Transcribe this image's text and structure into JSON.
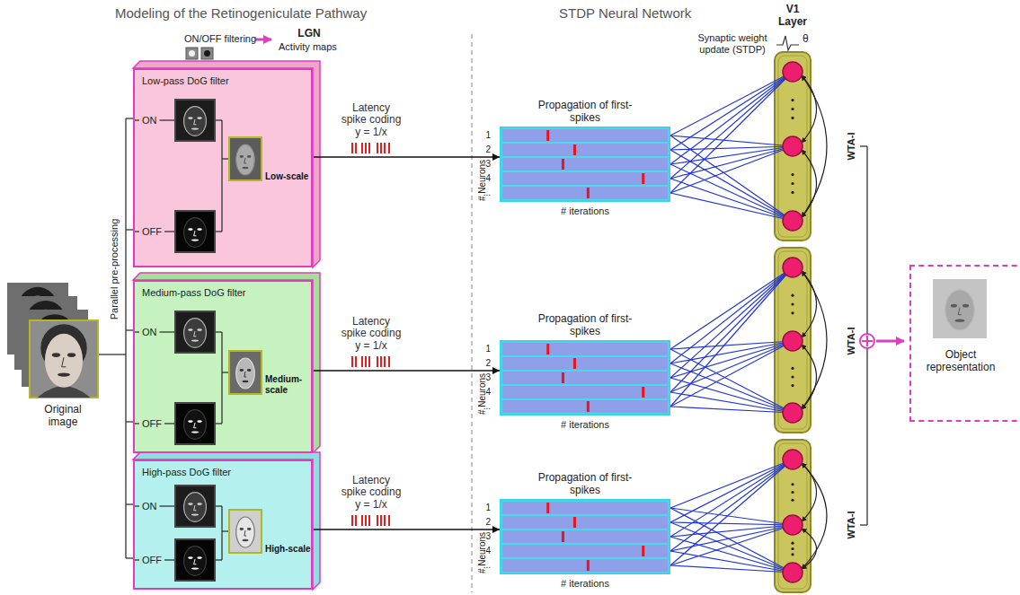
{
  "diagram": {
    "nodes": [
      {
        "text": [
          "Low-pass DoG filter"
        ]
      },
      {
        "text": [
          "ON"
        ],
        "in": 0
      },
      {
        "text": [
          "OFF"
        ],
        "in": 0
      },
      {
        "text": [
          "Low-scale"
        ],
        "in": 0
      },
      {
        "text": [
          "Medium-pass DoG filter"
        ]
      },
      {
        "text": [
          "ON"
        ],
        "in": 4
      },
      {
        "text": [
          "OFF"
        ],
        "in": 4
      },
      {
        "text": [
          "Medium-scale"
        ],
        "in": 4
      },
      {
        "text": [
          "High-pass DoG filter"
        ]
      },
      {
        "text": [
          "ON"
        ],
        "in": 8
      },
      {
        "text": [
          "OFF"
        ],
        "in": 8
      },
      {
        "text": [
          "High-scale"
        ],
        "in": 8
      },
      {
        "text": [
          "Propagation of first-spikes"
        ]
      },
      {
        "text": [
          "Propagation of first-spikes"
        ]
      },
      {
        "text": [
          "Propagation of first-spikes"
        ]
      },
      {
        "text": [
          "Object representation"
        ]
      }
    ],
    "edges": [
      {
        "from": 3,
        "to": 12,
        "label": "Latency spike coding y = 1/x",
        "arrow": "to"
      },
      {
        "from": 7,
        "to": 13,
        "label": "Latency spike coding y = 1/x",
        "arrow": "to"
      },
      {
        "from": 11,
        "to": 14,
        "label": "Latency spike coding y = 1/x",
        "arrow": "to"
      }
    ],
    "labels": [
      "Modeling of the Retinogeniculate Pathway",
      "STDP Neural Network",
      "ON/OFF filtering",
      "LGN",
      "Activity maps",
      "Parallel pre-processing",
      "Original image",
      "# Neurons",
      "1",
      "2",
      "3",
      "4",
      "...",
      "# iterations",
      "# Neurons",
      "1",
      "2",
      "3",
      "4",
      "...",
      "# iterations",
      "# Neurons",
      "1",
      "2",
      "3",
      "4",
      "...",
      "# iterations",
      "V1 Layer",
      "Synaptic weight update (STDP)",
      "θ",
      "WTA-I",
      "WTA-I",
      "WTA-I"
    ]
  }
}
